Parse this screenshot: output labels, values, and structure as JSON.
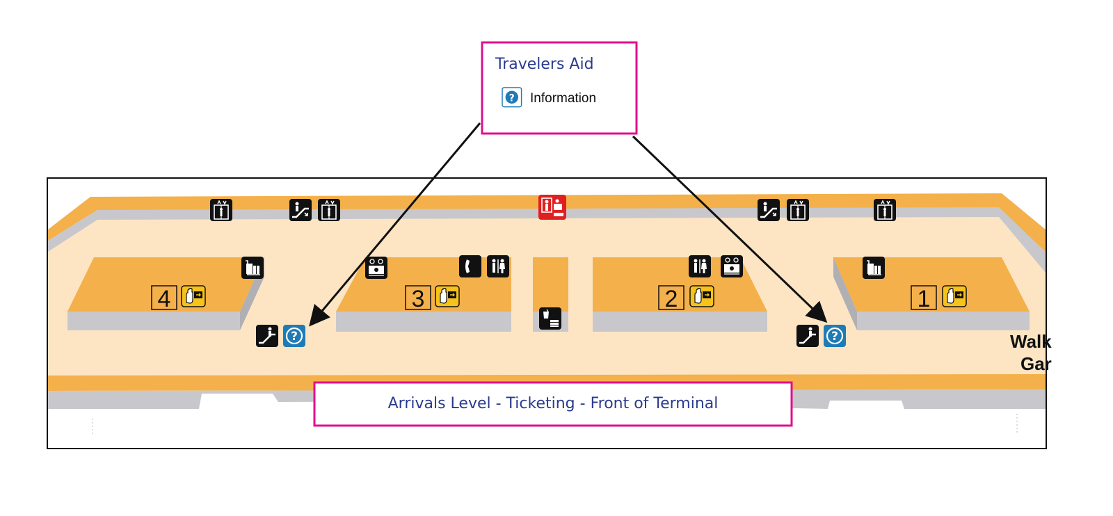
{
  "callout": {
    "title": "Travelers Aid",
    "legend_label": "Information",
    "legend_icon": "information-icon",
    "border_color": "#e0108c",
    "title_color": "#2a3b8f"
  },
  "banner": {
    "text": "Arrivals Level - Ticketing - Front of Terminal",
    "text_color": "#2a3b8f",
    "border_color": "#e0108c"
  },
  "map": {
    "edge_label_line1": "Walk",
    "edge_label_line2": "Gar",
    "block_numbers": [
      "4",
      "3",
      "2",
      "1"
    ],
    "colors": {
      "floor": "#fde5c4",
      "counter_top": "#f4b04a",
      "counter_side": "#c8c8cc",
      "wall": "#f4b04a",
      "icon_dark": "#111111",
      "icon_info": "#1f7bb6",
      "icon_alert": "#e02020",
      "icon_yellow": "#f5c31a"
    }
  },
  "icons": [
    "elevator-icon",
    "escalator-down-icon",
    "elevator-icon",
    "emergency-exit-icon",
    "escalator-down-icon",
    "elevator-icon",
    "elevator-icon",
    "baggage-cart-icon",
    "currency-exchange-icon",
    "telephone-icon",
    "restroom-icon",
    "restroom-icon",
    "currency-exchange-icon",
    "baggage-cart-icon",
    "self-checkin-icon",
    "self-checkin-icon",
    "self-checkin-icon",
    "self-checkin-icon",
    "escalator-up-icon",
    "information-icon",
    "drink-food-icon",
    "escalator-up-icon",
    "information-icon"
  ]
}
